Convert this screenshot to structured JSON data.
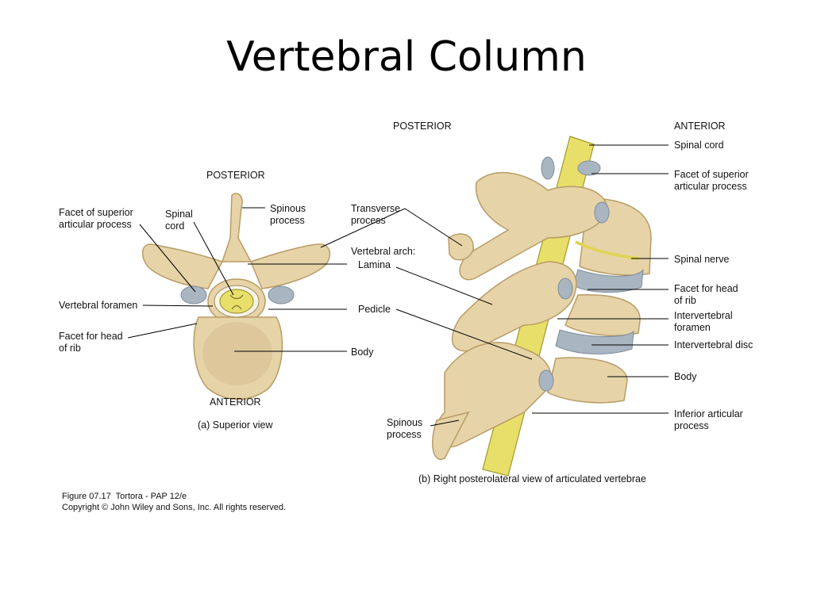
{
  "slide": {
    "title": "Vertebral Column"
  },
  "panel_a": {
    "orientation_top": "POSTERIOR",
    "orientation_bottom": "ANTERIOR",
    "caption": "(a) Superior view",
    "labels": {
      "facet_superior": "Facet of superior\narticular process",
      "spinal_cord": "Spinal\ncord",
      "spinous_process": "Spinous\nprocess",
      "transverse_process": "Transverse\nprocess",
      "vertebral_arch": "Vertebral arch:",
      "lamina": "Lamina",
      "vertebral_foramen": "Vertebral foramen",
      "pedicle": "Pedicle",
      "facet_head_rib": "Facet for head\nof rib",
      "body": "Body"
    }
  },
  "panel_b": {
    "orientation_left": "POSTERIOR",
    "orientation_right": "ANTERIOR",
    "caption": "(b) Right posterolateral view of articulated vertebrae",
    "labels": {
      "spinal_cord": "Spinal cord",
      "facet_superior": "Facet of superior\narticular process",
      "spinal_nerve": "Spinal nerve",
      "facet_head_rib": "Facet for head\nof rib",
      "intervertebral_foramen": "Intervertebral\nforamen",
      "intervertebral_disc": "Intervertebral disc",
      "body": "Body",
      "inferior_articular": "Inferior articular\nprocess",
      "spinous_process": "Spinous\nprocess"
    }
  },
  "credit": "Figure 07.17  Tortora - PAP 12/e\nCopyright © John Wiley and Sons, Inc. All rights reserved.",
  "colors": {
    "bone": "#e6d3a8",
    "bone_dark": "#c9b07a",
    "cartilage": "#a9b6c2",
    "cord": "#e8df6a",
    "leader": "#000000"
  }
}
